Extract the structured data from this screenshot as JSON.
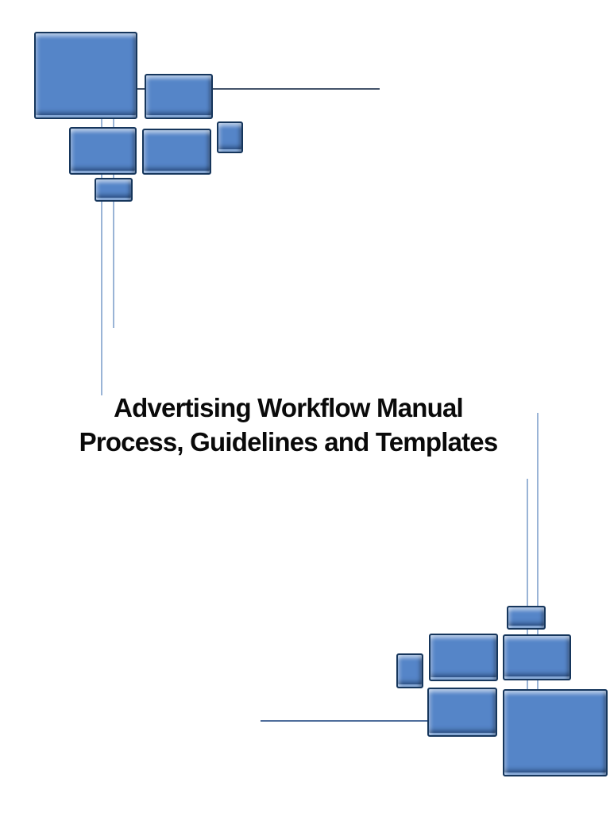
{
  "document": {
    "title_line1": "Advertising Workflow Manual",
    "title_line2": "Process, Guidelines and Templates"
  },
  "decor": {
    "colors": {
      "block_fill": "#5585c8",
      "block_border": "#16365c",
      "bevel_highlight": "#a9c4e4",
      "connector_light_blue": "#9ab4d6",
      "connector_dark": "#44546a",
      "connector_steel": "#4f6d9b",
      "title_color": "#0a0a0a"
    },
    "clusters": {
      "top_left": "beveled-block-diagram-fragment",
      "bottom_right": "beveled-block-diagram-fragment-mirrored"
    }
  }
}
